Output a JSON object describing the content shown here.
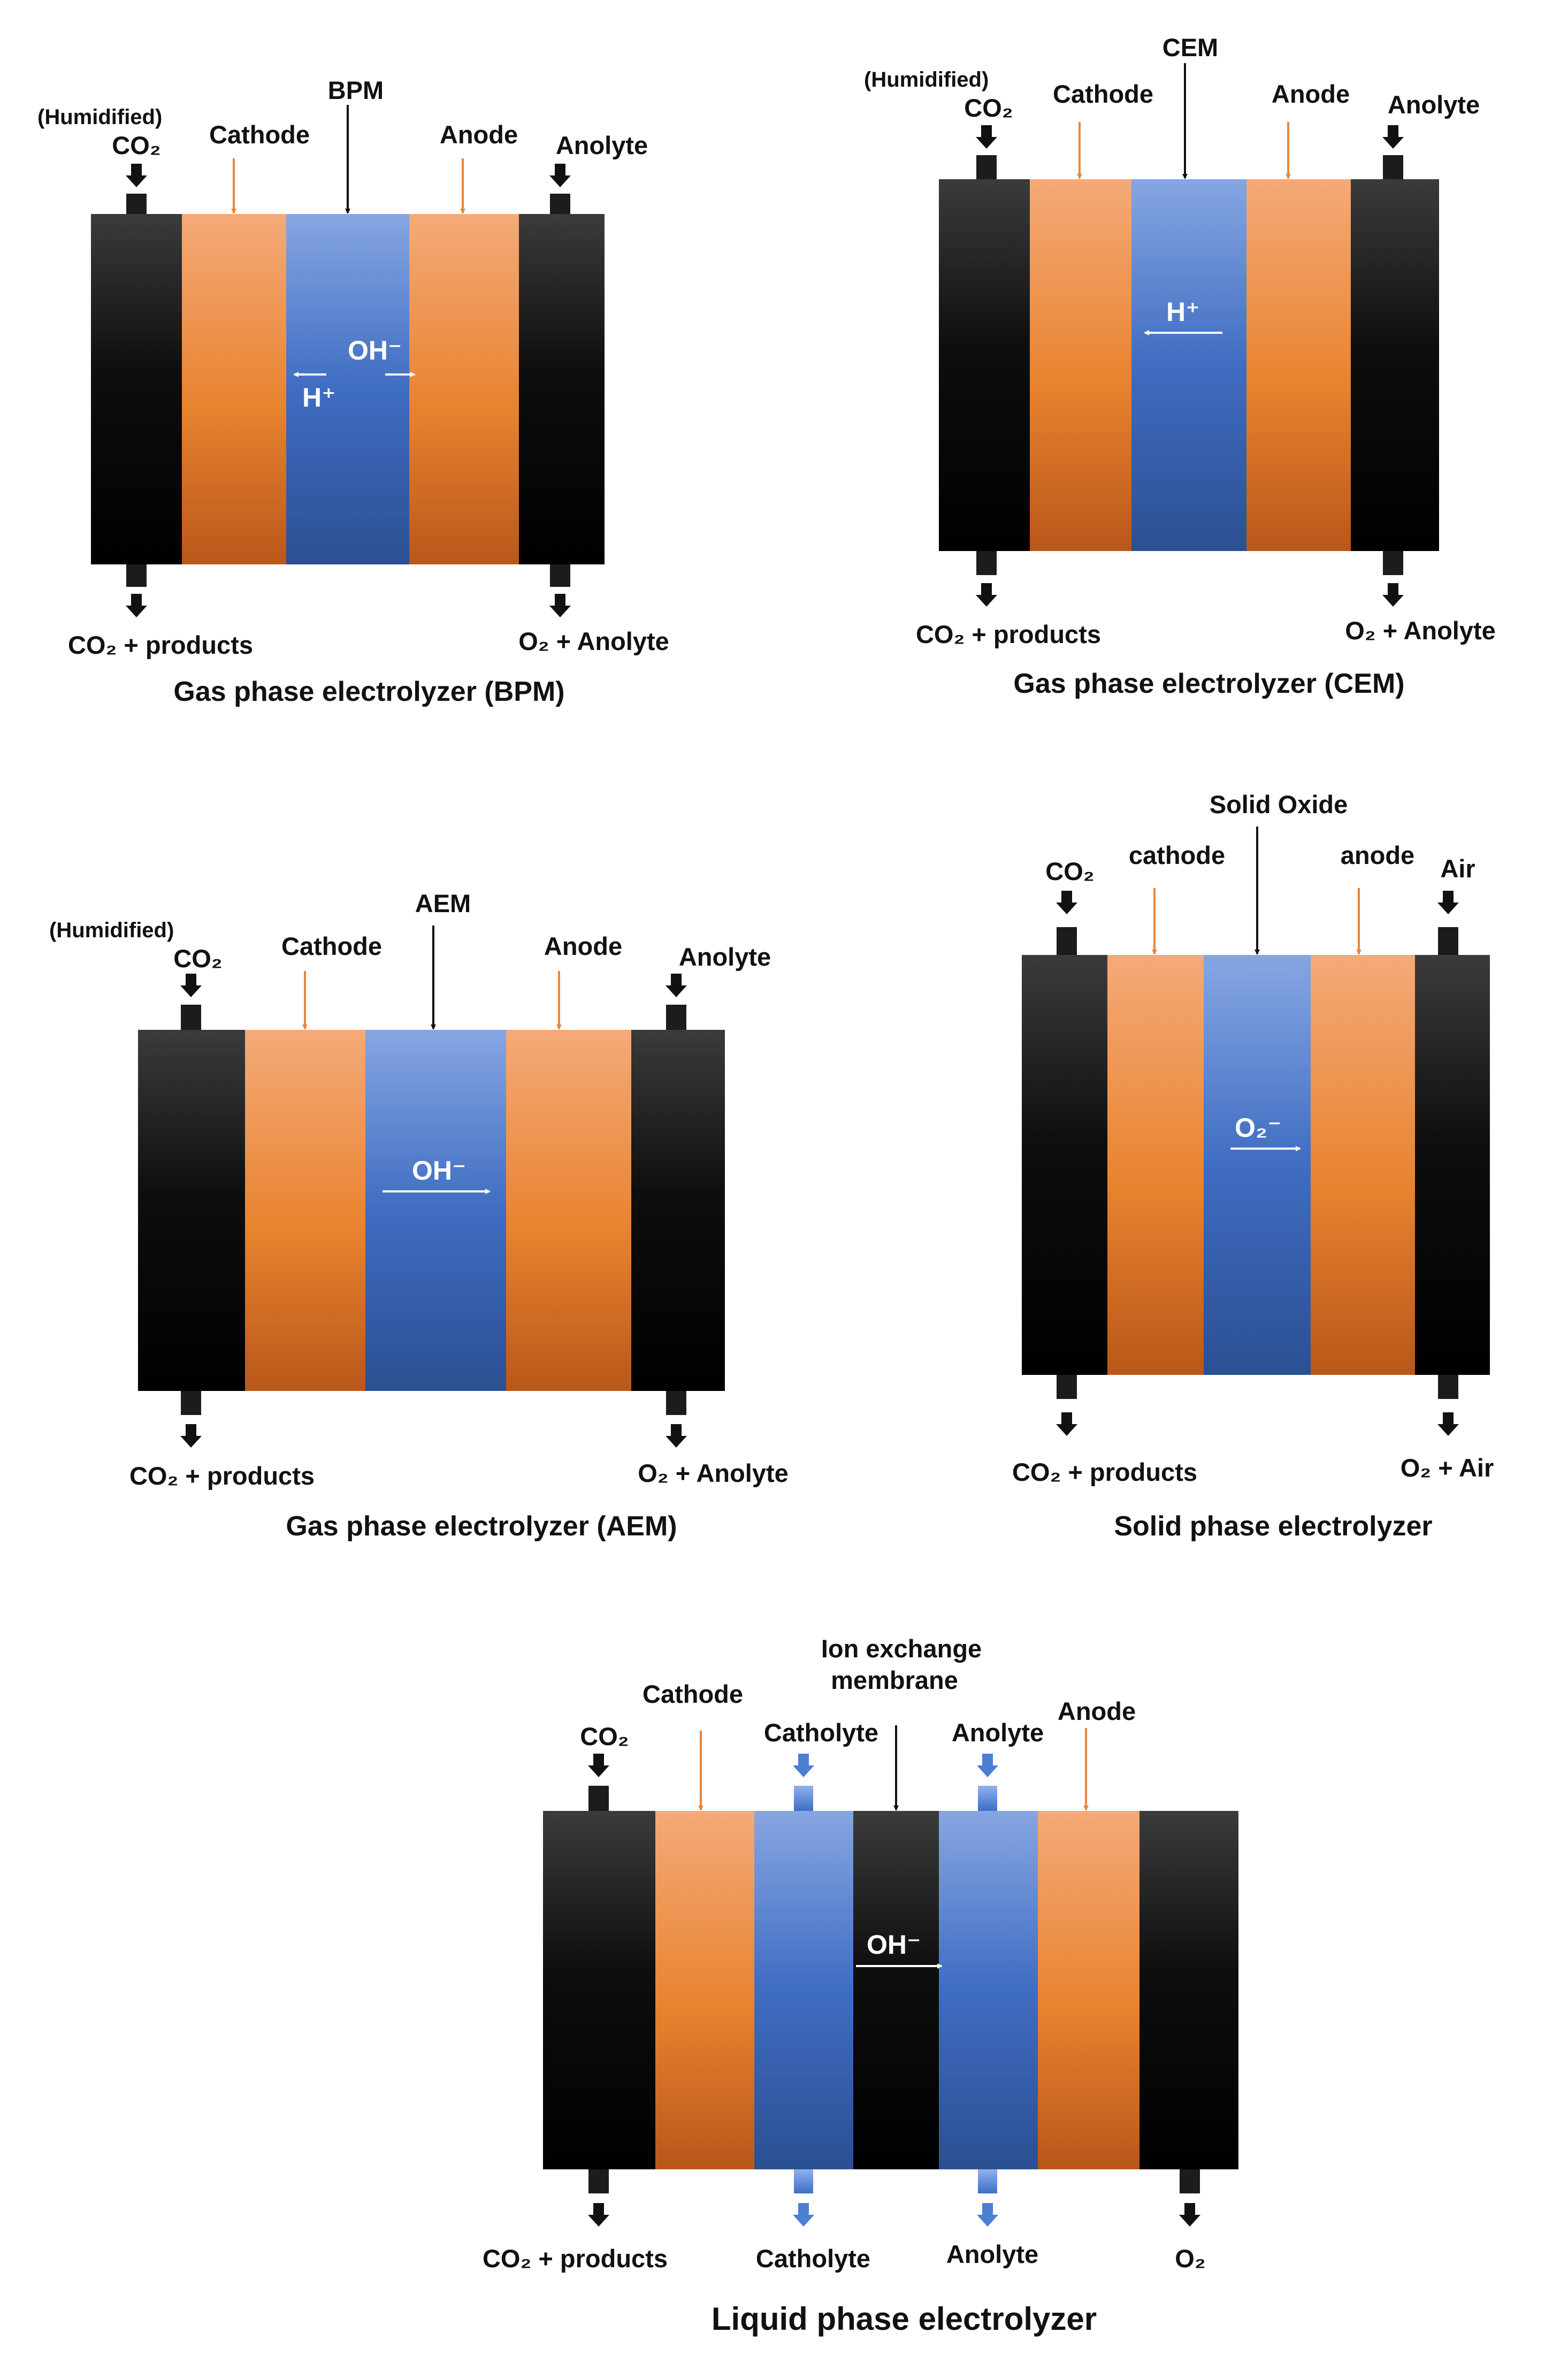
{
  "colors": {
    "electrode": "#e8863a",
    "membrane": "#4a78c8",
    "plate": "#141414",
    "port": "#1c1c1c",
    "pointer_electrode": "#e8863a",
    "pointer_membrane": "#111111",
    "ion_arrow": "#ffffff",
    "liquid_port": "#4a7fd2"
  },
  "icons": {
    "inlet": "black-down-arrow-icon",
    "outlet": "black-down-arrow-icon",
    "liquid_inlet": "blue-down-arrow-icon",
    "ion_flow": "white-arrow-icon"
  },
  "panels": {
    "bpm": {
      "title": "Gas phase electrolyzer (BPM)",
      "membrane": "BPM",
      "humidified": "(Humidified)",
      "co2": "CO₂",
      "cathode": "Cathode",
      "anode": "Anode",
      "anolyte": "Anolyte",
      "ion_1": "OH⁻",
      "ion_2": "H⁺",
      "outlet_left": "CO₂ + products",
      "outlet_right": "O₂ + Anolyte"
    },
    "cem": {
      "title": "Gas phase electrolyzer (CEM)",
      "membrane": "CEM",
      "humidified": "(Humidified)",
      "co2": "CO₂",
      "cathode": "Cathode",
      "anode": "Anode",
      "anolyte": "Anolyte",
      "ion_1": "H⁺",
      "outlet_left": "CO₂ + products",
      "outlet_right": "O₂ + Anolyte"
    },
    "aem": {
      "title": "Gas phase electrolyzer (AEM)",
      "membrane": "AEM",
      "humidified": "(Humidified)",
      "co2": "CO₂",
      "cathode": "Cathode",
      "anode": "Anode",
      "anolyte": "Anolyte",
      "ion_1": "OH⁻",
      "outlet_left": "CO₂ + products",
      "outlet_right": "O₂ + Anolyte"
    },
    "solid": {
      "title": "Solid phase electrolyzer",
      "membrane": "Solid Oxide",
      "co2": "CO₂",
      "cathode": "cathode",
      "anode": "anode",
      "air": "Air",
      "ion_1": "O₂⁻",
      "outlet_left": "CO₂ + products",
      "outlet_right": "O₂ + Air"
    },
    "liquid": {
      "title": "Liquid phase electrolyzer",
      "membrane_line1": "Ion exchange",
      "membrane_line2": "membrane",
      "co2": "CO₂",
      "cathode": "Cathode",
      "catholyte": "Catholyte",
      "anolyte": "Anolyte",
      "anode": "Anode",
      "ion_1": "OH⁻",
      "outlet_left": "CO₂ + products",
      "outlet_catholyte": "Catholyte",
      "outlet_anolyte": "Anolyte",
      "outlet_right": "O₂"
    }
  }
}
